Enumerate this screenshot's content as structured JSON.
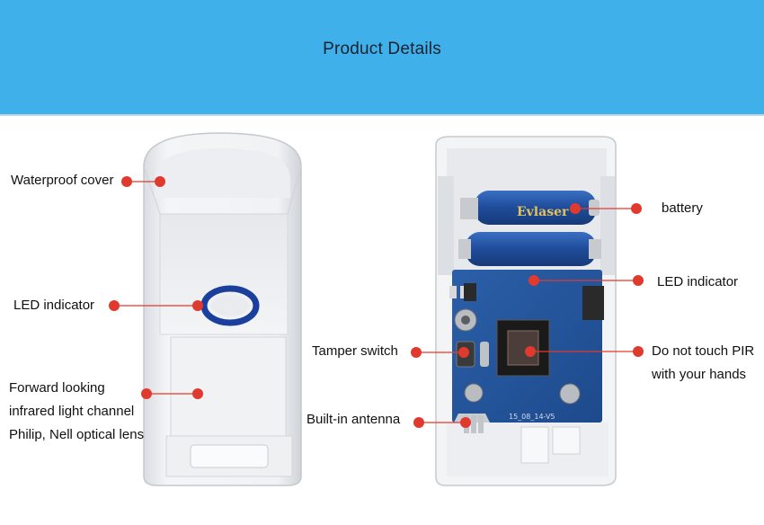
{
  "header": {
    "title": "Product Details",
    "background_color": "#3fb0ea"
  },
  "marker_color": "#e03a2f",
  "left_device": {
    "labels": {
      "waterproof_cover": "Waterproof cover",
      "led_indicator": "LED indicator",
      "lens_line1": "Forward looking",
      "lens_line2": "infrared light channel",
      "lens_line3": "Philip, Nell optical lens"
    }
  },
  "right_device": {
    "labels": {
      "battery": "battery",
      "led_indicator": "LED indicator",
      "tamper_switch": "Tamper switch",
      "pir_line1": "Do not touch PIR",
      "pir_line2": "with your hands",
      "antenna": "Built-in antenna"
    },
    "battery_brand": "Evlaser",
    "board_marking": "15_08_14-V5"
  }
}
